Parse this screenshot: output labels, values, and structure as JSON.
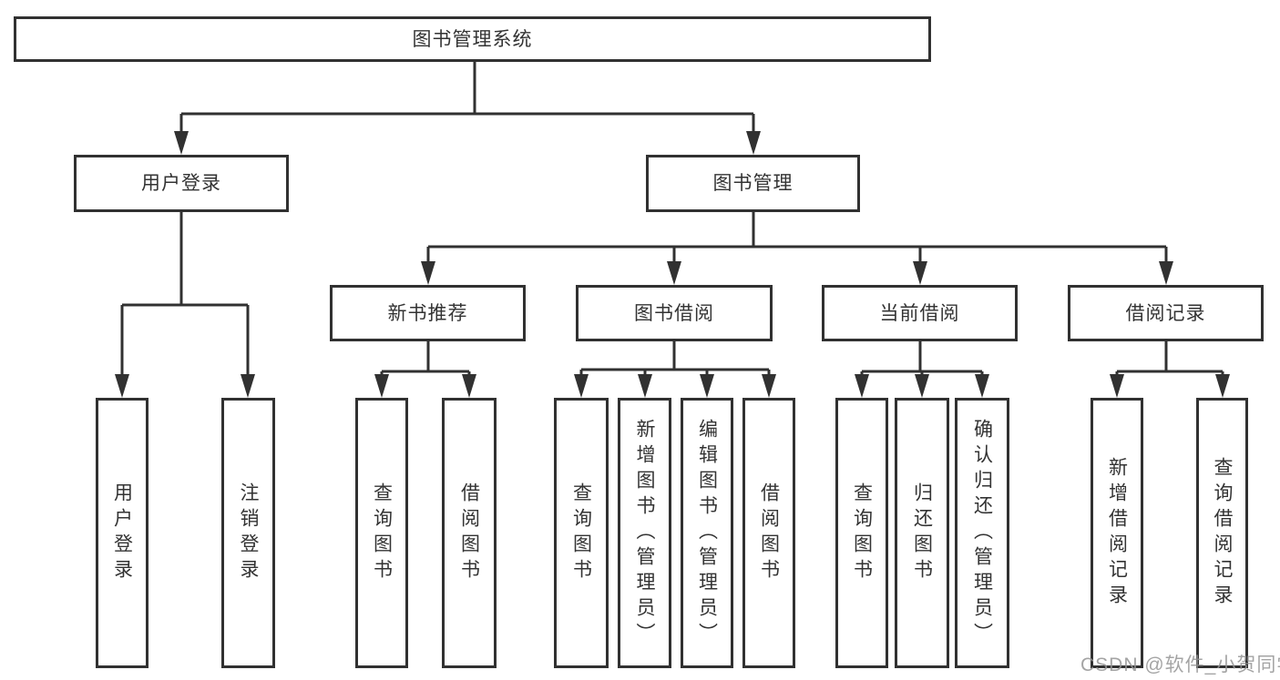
{
  "title": "图书管理系统",
  "tree": {
    "root": {
      "label": "图书管理系统"
    },
    "level2": [
      {
        "label": "用户登录",
        "children": [
          {
            "label": "用户登录"
          },
          {
            "label": "注销登录"
          }
        ]
      },
      {
        "label": "图书管理",
        "children": [
          {
            "label": "新书推荐",
            "children": [
              {
                "label": "查询图书"
              },
              {
                "label": "借阅图书"
              }
            ]
          },
          {
            "label": "图书借阅",
            "children": [
              {
                "label": "查询图书"
              },
              {
                "label": "新增图书（管理员）"
              },
              {
                "label": "编辑图书（管理员）"
              },
              {
                "label": "借阅图书"
              }
            ]
          },
          {
            "label": "当前借阅",
            "children": [
              {
                "label": "查询图书"
              },
              {
                "label": "归还图书"
              },
              {
                "label": "确认归还（管理员）"
              }
            ]
          },
          {
            "label": "借阅记录",
            "children": [
              {
                "label": "新增借阅记录"
              },
              {
                "label": "查询借阅记录"
              }
            ]
          }
        ]
      }
    ]
  },
  "watermark": {
    "text": "CSDN @软件_小贺同学"
  },
  "colors": {
    "line": "#313131",
    "box_border": "#313131",
    "text": "#333333",
    "watermark_text": "#949494",
    "background": "#ffffff"
  }
}
